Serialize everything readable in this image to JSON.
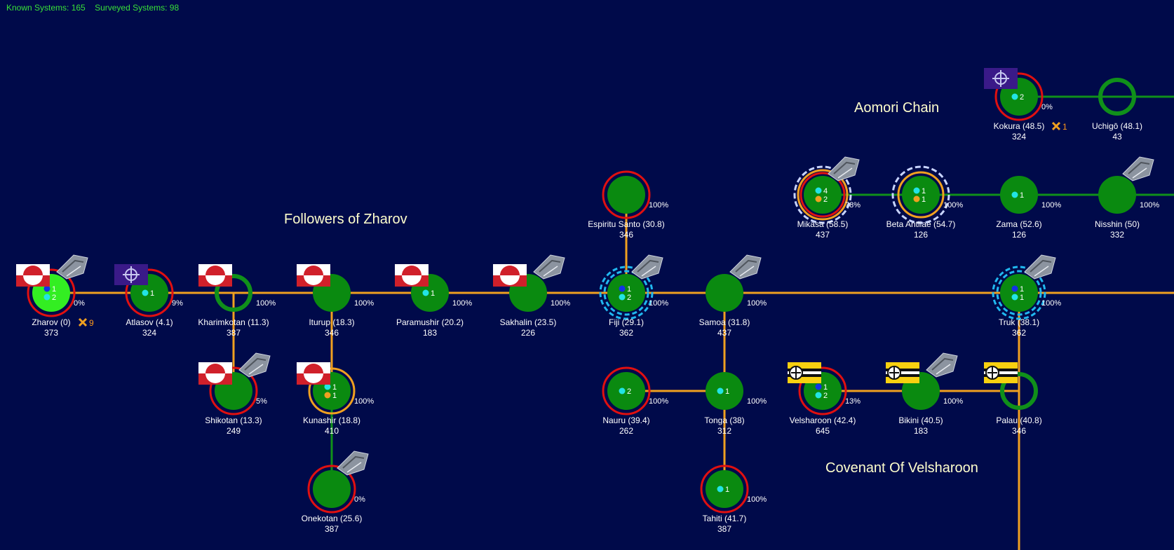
{
  "hud": {
    "known_label": "Known Systems: 165",
    "surveyed_label": "Surveyed Systems: 98"
  },
  "regions": [
    {
      "id": "zharov",
      "label": "Followers of Zharov"
    },
    {
      "id": "aomori",
      "label": "Aomori Chain"
    },
    {
      "id": "velsharoon",
      "label": "Covenant Of Velsharoon"
    }
  ],
  "colors": {
    "background": "#000a4a",
    "lane_orange": "#f0a020",
    "lane_green": "#10901a",
    "planet_green": "#0a8a10",
    "planet_bright": "#33ee22",
    "ring_red": "#e01010",
    "ring_orange": "#f0a020",
    "ring_cyan": "#20b8f0",
    "ring_white": "#c8d4ff",
    "ring_green": "#10901a",
    "dot_blue": "#1432e6",
    "dot_cyan": "#22e4e4",
    "dot_orange": "#f0a020",
    "hud_text": "#38e038",
    "region_text": "#ffffcc"
  },
  "systems": [
    {
      "id": "zharov",
      "name": "Zharov  (0)",
      "pop": "373",
      "pct": "0%",
      "planet": "bright",
      "rings": [
        "red"
      ],
      "dots": [
        {
          "c": "blue",
          "n": "1"
        },
        {
          "c": "cyan",
          "n": "2"
        }
      ],
      "flag": "red-white",
      "ship": true,
      "x_marker": "9"
    },
    {
      "id": "atlasov",
      "name": "Atlasov  (4.1)",
      "pop": "324",
      "pct": "9%",
      "planet": "green",
      "rings": [
        "red"
      ],
      "dots": [
        {
          "c": "cyan",
          "n": "1"
        }
      ],
      "flag": "purple",
      "ship": false
    },
    {
      "id": "kharimkotan",
      "name": "Kharimkotan  (11.3)",
      "pop": "387",
      "pct": "100%",
      "planet": "hollow",
      "rings": [],
      "dots": [],
      "flag": "red-white",
      "ship": false
    },
    {
      "id": "iturup",
      "name": "Iturup  (18.3)",
      "pop": "346",
      "pct": "100%",
      "planet": "green",
      "rings": [],
      "dots": [],
      "flag": "red-white",
      "ship": false
    },
    {
      "id": "paramushir",
      "name": "Paramushir  (20.2)",
      "pop": "183",
      "pct": "100%",
      "planet": "green",
      "rings": [],
      "dots": [
        {
          "c": "cyan",
          "n": "1"
        }
      ],
      "flag": "red-white",
      "ship": false
    },
    {
      "id": "sakhalin",
      "name": "Sakhalin  (23.5)",
      "pop": "226",
      "pct": "100%",
      "planet": "green",
      "rings": [],
      "dots": [],
      "flag": "red-white",
      "ship": true
    },
    {
      "id": "fiji",
      "name": "Fiji  (29.1)",
      "pop": "362",
      "pct": "100%",
      "planet": "green",
      "rings": [
        "cyan-dash"
      ],
      "dots": [
        {
          "c": "blue",
          "n": "1"
        },
        {
          "c": "cyan",
          "n": "2"
        }
      ],
      "flag": "",
      "ship": true
    },
    {
      "id": "samoa",
      "name": "Samoa  (31.8)",
      "pop": "437",
      "pct": "100%",
      "planet": "green",
      "rings": [],
      "dots": [],
      "flag": "",
      "ship": true
    },
    {
      "id": "truk",
      "name": "Truk  (38.1)",
      "pop": "362",
      "pct": "100%",
      "planet": "green",
      "rings": [
        "cyan-dash"
      ],
      "dots": [
        {
          "c": "blue",
          "n": "1"
        },
        {
          "c": "cyan",
          "n": "1"
        }
      ],
      "flag": "",
      "ship": true
    },
    {
      "id": "espiritu",
      "name": "Espiritu Santo  (30.8)",
      "pop": "346",
      "pct": "100%",
      "planet": "green",
      "rings": [
        "red"
      ],
      "dots": [],
      "flag": "",
      "ship": false
    },
    {
      "id": "shikotan",
      "name": "Shikotan  (13.3)",
      "pop": "249",
      "pct": "5%",
      "planet": "green",
      "rings": [
        "red"
      ],
      "dots": [],
      "flag": "red-white",
      "ship": true
    },
    {
      "id": "kunashir",
      "name": "Kunashir  (18.8)",
      "pop": "410",
      "pct": "100%",
      "planet": "green",
      "rings": [
        "orange"
      ],
      "dots": [
        {
          "c": "cyan",
          "n": "1"
        },
        {
          "c": "orange",
          "n": "1"
        }
      ],
      "flag": "red-white",
      "ship": false
    },
    {
      "id": "onekotan",
      "name": "Onekotan  (25.6)",
      "pop": "387",
      "pct": "0%",
      "planet": "green",
      "rings": [
        "red"
      ],
      "dots": [],
      "flag": "",
      "ship": true
    },
    {
      "id": "nauru",
      "name": "Nauru  (39.4)",
      "pop": "262",
      "pct": "100%",
      "planet": "green",
      "rings": [
        "red"
      ],
      "dots": [
        {
          "c": "cyan",
          "n": "2"
        }
      ],
      "flag": "",
      "ship": false
    },
    {
      "id": "tonga",
      "name": "Tonga  (38)",
      "pop": "312",
      "pct": "100%",
      "planet": "green",
      "rings": [],
      "dots": [
        {
          "c": "cyan",
          "n": "1"
        }
      ],
      "flag": "",
      "ship": false
    },
    {
      "id": "tahiti",
      "name": "Tahiti  (41.7)",
      "pop": "387",
      "pct": "100%",
      "planet": "green",
      "rings": [
        "red"
      ],
      "dots": [
        {
          "c": "cyan",
          "n": "1"
        }
      ],
      "flag": "",
      "ship": false
    },
    {
      "id": "velsharoon",
      "name": "Velsharoon  (42.4)",
      "pop": "645",
      "pct": "13%",
      "planet": "green",
      "rings": [
        "red"
      ],
      "dots": [
        {
          "c": "blue",
          "n": "1"
        },
        {
          "c": "cyan",
          "n": "2"
        }
      ],
      "flag": "yellow",
      "ship": false
    },
    {
      "id": "bikini",
      "name": "Bikini  (40.5)",
      "pop": "183",
      "pct": "100%",
      "planet": "green",
      "rings": [],
      "dots": [],
      "flag": "yellow",
      "ship": true
    },
    {
      "id": "palau",
      "name": "Palau  (40.8)",
      "pop": "346",
      "pct": "",
      "planet": "hollow",
      "rings": [],
      "dots": [],
      "flag": "yellow",
      "ship": false
    },
    {
      "id": "mikasa",
      "name": "Mikasa  (58.5)",
      "pop": "437",
      "pct": "78%",
      "planet": "green",
      "rings": [
        "white-dash",
        "orange",
        "red"
      ],
      "dots": [
        {
          "c": "cyan",
          "n": "4"
        },
        {
          "c": "orange",
          "n": "2"
        }
      ],
      "flag": "",
      "ship": true
    },
    {
      "id": "beta",
      "name": "Beta Antliae  (54.7)",
      "pop": "126",
      "pct": "100%",
      "planet": "green",
      "rings": [
        "white-dash",
        "orange"
      ],
      "dots": [
        {
          "c": "cyan",
          "n": "1"
        },
        {
          "c": "orange",
          "n": "1"
        }
      ],
      "flag": "",
      "ship": false
    },
    {
      "id": "zama",
      "name": "Zama  (52.6)",
      "pop": "126",
      "pct": "100%",
      "planet": "green",
      "rings": [],
      "dots": [
        {
          "c": "cyan",
          "n": "1"
        }
      ],
      "flag": "",
      "ship": false
    },
    {
      "id": "nisshin",
      "name": "Nisshin  (50)",
      "pop": "332",
      "pct": "100%",
      "planet": "green",
      "rings": [],
      "dots": [],
      "flag": "",
      "ship": true
    },
    {
      "id": "kokura",
      "name": "Kokura  (48.5)",
      "pop": "324",
      "pct": "0%",
      "planet": "green",
      "rings": [
        "red"
      ],
      "dots": [
        {
          "c": "cyan",
          "n": "2"
        }
      ],
      "flag": "purple",
      "ship": false,
      "x_marker": "1"
    },
    {
      "id": "uchigo",
      "name": "Uchigō  (48.1)",
      "pop": "43",
      "pct": "",
      "planet": "hollow",
      "rings": [],
      "dots": [],
      "flag": "",
      "ship": false
    }
  ],
  "lanes": [
    {
      "from": "zharov",
      "to": "atlasov",
      "color": "orange"
    },
    {
      "from": "atlasov",
      "to": "kharimkotan",
      "color": "orange"
    },
    {
      "from": "kharimkotan",
      "to": "iturup",
      "color": "orange"
    },
    {
      "from": "iturup",
      "to": "paramushir",
      "color": "orange"
    },
    {
      "from": "paramushir",
      "to": "sakhalin",
      "color": "orange"
    },
    {
      "from": "sakhalin",
      "to": "fiji",
      "color": "orange"
    },
    {
      "from": "fiji",
      "to": "samoa",
      "color": "orange"
    },
    {
      "from": "samoa",
      "to": "truk",
      "color": "orange"
    },
    {
      "from": "truk",
      "to": "edge-right",
      "color": "orange"
    },
    {
      "from": "espiritu",
      "to": "fiji",
      "color": "orange"
    },
    {
      "from": "kharimkotan",
      "to": "shikotan",
      "color": "orange"
    },
    {
      "from": "iturup",
      "to": "kunashir",
      "color": "orange"
    },
    {
      "from": "kunashir",
      "to": "onekotan",
      "color": "green"
    },
    {
      "from": "samoa",
      "to": "tonga",
      "color": "orange"
    },
    {
      "from": "nauru",
      "to": "tonga",
      "color": "orange"
    },
    {
      "from": "tonga",
      "to": "tahiti",
      "color": "orange"
    },
    {
      "from": "truk",
      "to": "palau",
      "color": "orange"
    },
    {
      "from": "velsharoon",
      "to": "bikini",
      "color": "orange"
    },
    {
      "from": "bikini",
      "to": "palau",
      "color": "orange"
    },
    {
      "from": "palau",
      "to": "edge-bottom",
      "color": "orange"
    },
    {
      "from": "mikasa",
      "to": "beta",
      "color": "green"
    },
    {
      "from": "beta",
      "to": "zama",
      "color": "green"
    },
    {
      "from": "zama",
      "to": "nisshin",
      "color": "green"
    },
    {
      "from": "nisshin",
      "to": "edge-right2",
      "color": "green"
    },
    {
      "from": "kokura",
      "to": "uchigo",
      "color": "green"
    },
    {
      "from": "uchigo",
      "to": "edge-right3",
      "color": "green"
    }
  ]
}
